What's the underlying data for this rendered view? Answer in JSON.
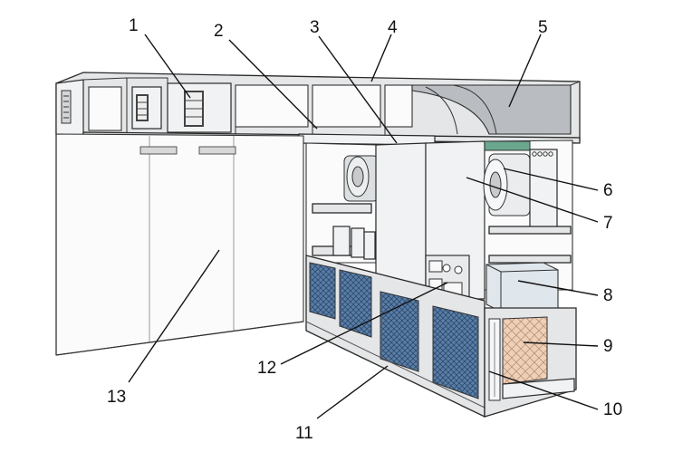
{
  "labels": [
    "1",
    "2",
    "3",
    "4",
    "5",
    "6",
    "7",
    "8",
    "9",
    "10",
    "11",
    "12",
    "13"
  ],
  "colors": {
    "filter_blue": "#4d6f98",
    "honeycomb": "#e8c7ad",
    "fan_green": "#6aa78e"
  }
}
